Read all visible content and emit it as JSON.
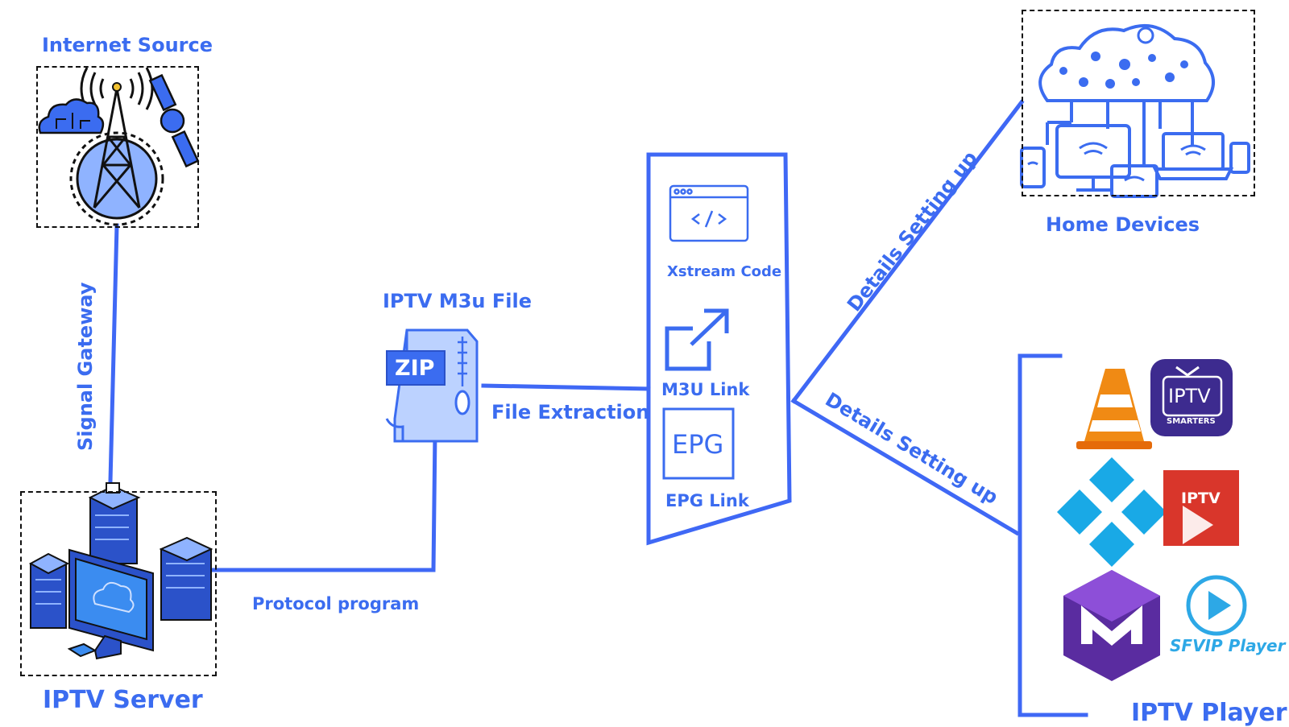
{
  "nodes": {
    "internet_source": "Internet Source",
    "iptv_server": "IPTV Server",
    "iptv_m3u_file": "IPTV M3u File",
    "home_devices": "Home Devices",
    "iptv_player": "IPTV Player"
  },
  "edges": {
    "signal_gateway": "Signal Gateway",
    "protocol_program": "Protocol program",
    "file_extraction": "File Extraction",
    "details_setting_up_top": "Details Setting up",
    "details_setting_up_bottom": "Details Setting up"
  },
  "panel": {
    "xstream_code": "Xstream Code",
    "m3u_link": "M3U Link",
    "epg_icon_text": "EPG",
    "epg_link": "EPG Link"
  },
  "file_icon": {
    "zip_text": "ZIP"
  },
  "players": {
    "iptv_smarters_top": "IPTV",
    "iptv_smarters_bottom": "SMARTERS",
    "iptv_red": "IPTV",
    "sfvip": "SFVIP Player"
  },
  "colors": {
    "accent": "#3b6cf0",
    "line": "#3f68f5",
    "light_blue": "#8fb3ff"
  }
}
